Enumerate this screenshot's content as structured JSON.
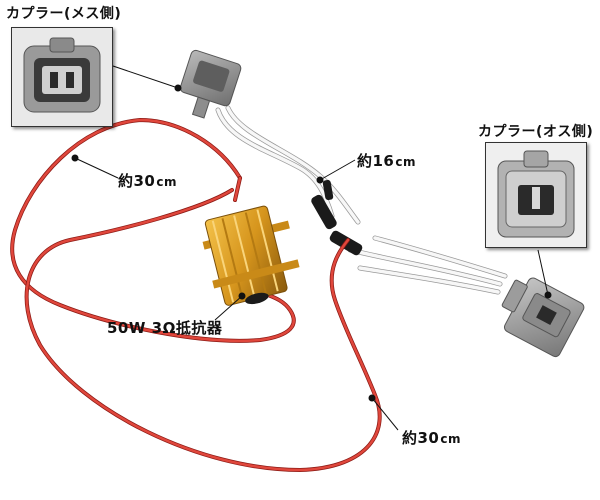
{
  "labels": {
    "female_coupler": "カプラー(メス側)",
    "male_coupler": "カプラー(オス側)",
    "wire_top": {
      "value": "約16",
      "unit": "cm"
    },
    "wire_left": {
      "value": "約30",
      "unit": "cm"
    },
    "wire_bottom": {
      "value": "約30",
      "unit": "cm"
    },
    "resistor": "50W 3Ω抵抗器"
  },
  "colors": {
    "red_wire": "#d8342c",
    "white_wire": "#f4f4f4",
    "resistor_body": "#d99a22",
    "connector_gray": "#8c8c8c",
    "callout_line": "#111111"
  }
}
